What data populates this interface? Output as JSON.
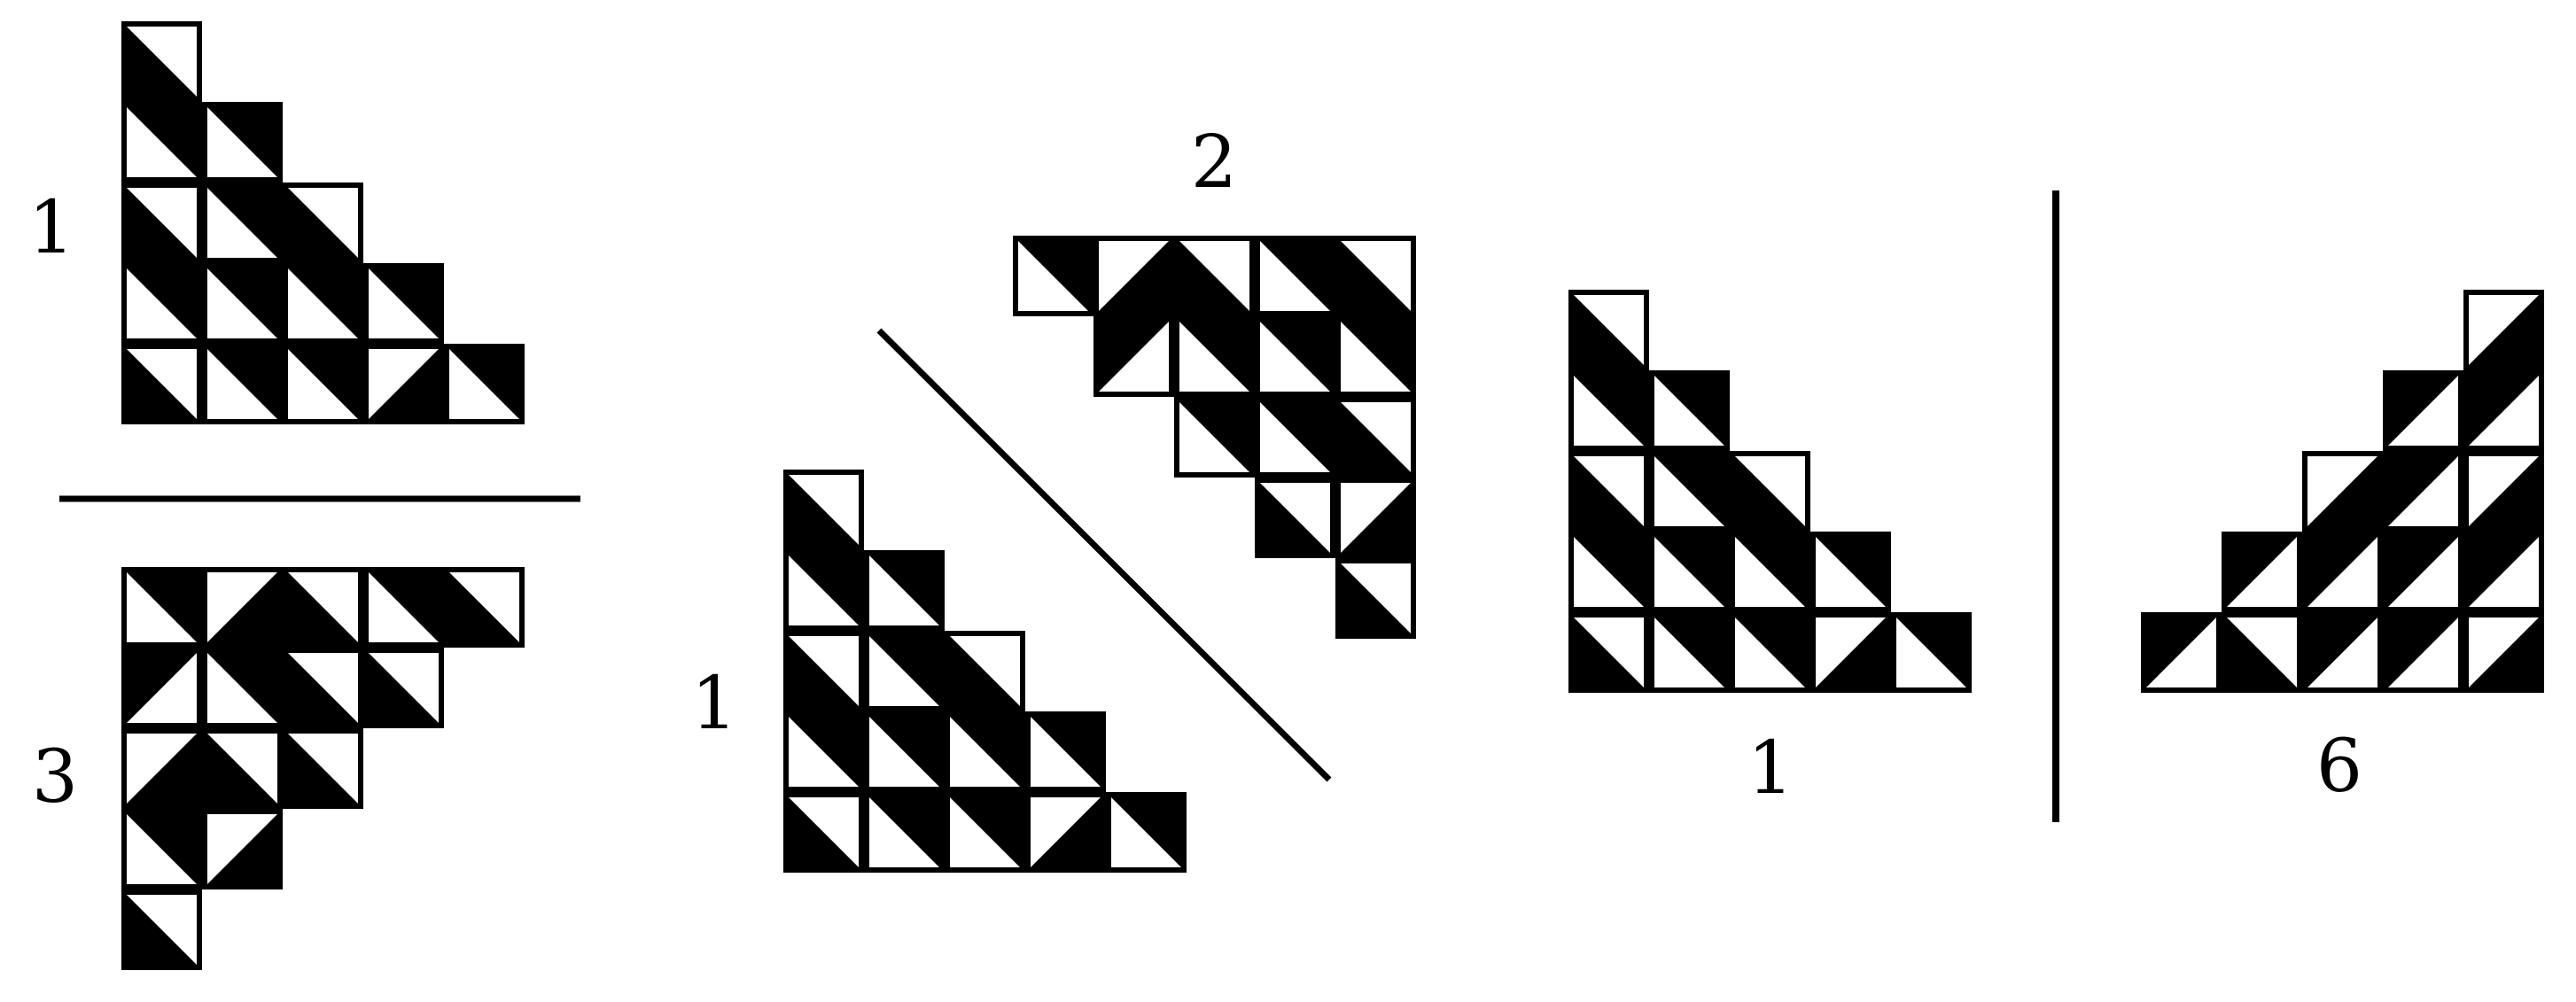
{
  "labels": {
    "first_top": "1",
    "first_bottom": "3",
    "second_top": "2",
    "second_bottom": "1",
    "third_left": "1",
    "third_right": "6"
  },
  "colors": {
    "ink": "#000000",
    "paper": "#ffffff"
  },
  "tilings": {
    "A": {
      "rows": [
        [
          "DL"
        ],
        [
          "TR",
          "TR"
        ],
        [
          "DL",
          "TR",
          "DL"
        ],
        [
          "TR",
          "TR",
          "UR",
          "TR"
        ],
        [
          "DL",
          "UR",
          "UR",
          "DR",
          "UR"
        ]
      ]
    },
    "B": {
      "rows": [
        [
          "UR",
          "DR",
          "DL",
          "UR",
          "DL"
        ],
        [
          "UL",
          "UR",
          "DL",
          "DL"
        ],
        [
          "DR",
          "DL",
          "DL"
        ],
        [
          "UR",
          "DR"
        ],
        [
          "DL"
        ]
      ]
    },
    "C": {
      "rows": [
        [
          "UR",
          "DR",
          "DL",
          "UR",
          "DL"
        ],
        [
          "UL",
          "UR",
          "UR",
          "UR"
        ],
        [
          "UR",
          "UR",
          "DL"
        ],
        [
          "DL",
          "DR"
        ],
        [
          "DL"
        ]
      ]
    },
    "E": {
      "rows": [
        [
          "DL"
        ],
        [
          "TR",
          "TR"
        ],
        [
          "DL",
          "TR",
          "DL"
        ],
        [
          "TR",
          "TR",
          "UR",
          "TR"
        ],
        [
          "DL",
          "UR",
          "UR",
          "DR",
          "UR"
        ]
      ]
    },
    "F": {
      "rows": [
        [
          "DL"
        ],
        [
          "TR",
          "TR"
        ],
        [
          "DL",
          "TR",
          "DL"
        ],
        [
          "TR",
          "TR",
          "UR",
          "TR"
        ],
        [
          "DL",
          "UR",
          "UR",
          "DR",
          "UR"
        ]
      ]
    },
    "G": {
      "rows": [
        [
          "DR"
        ],
        [
          "TL",
          "TL"
        ],
        [
          "DR",
          "TL",
          "DR"
        ],
        [
          "TL",
          "TL",
          "UL",
          "TL"
        ],
        [
          "DR",
          "UL",
          "UL",
          "DL",
          "UL"
        ]
      ]
    }
  }
}
